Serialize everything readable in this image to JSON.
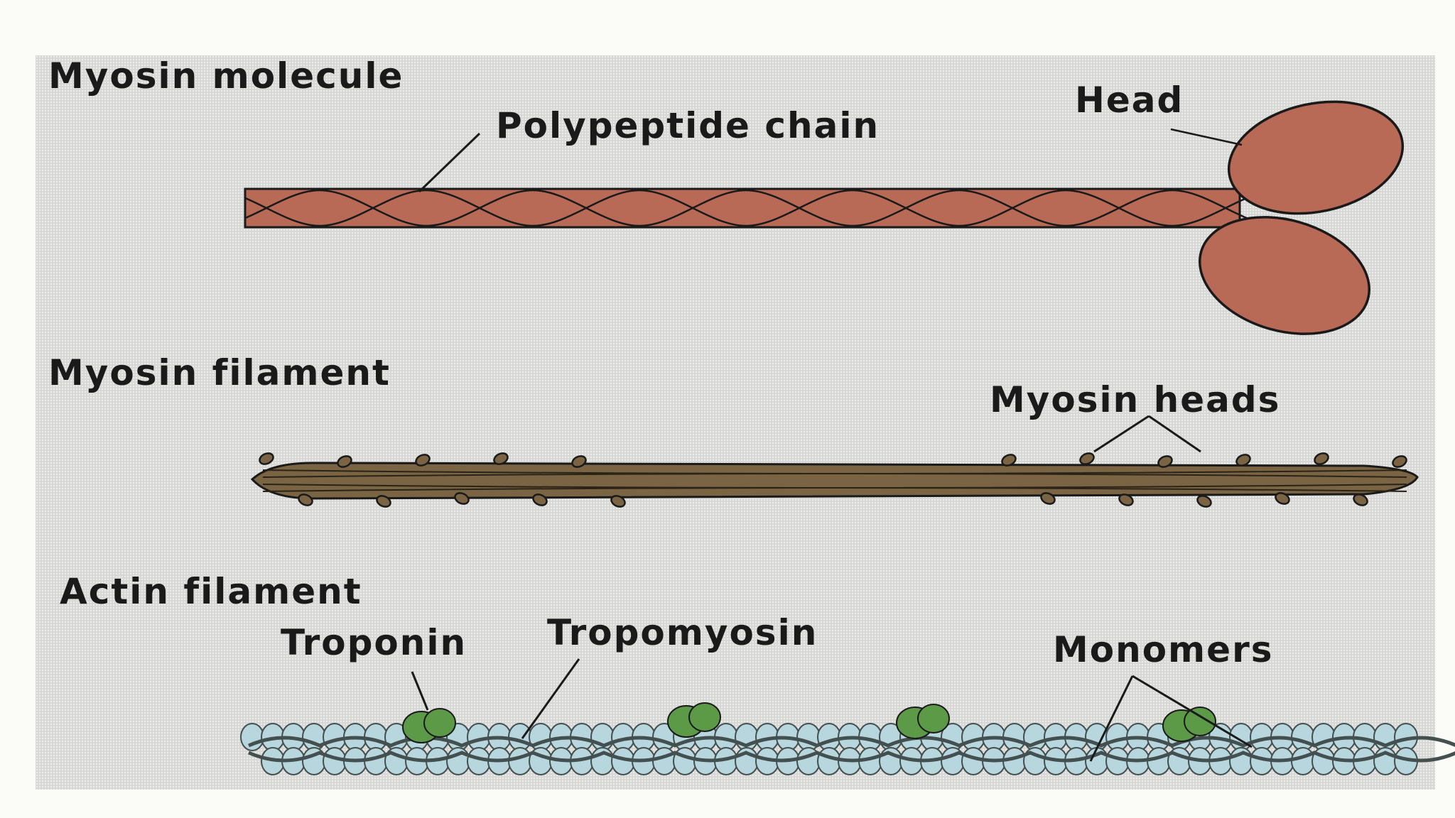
{
  "labels": {
    "myosin_molecule": "Myosin molecule",
    "polypeptide_chain": "Polypeptide chain",
    "head": "Head",
    "myosin_filament": "Myosin filament",
    "myosin_heads": "Myosin heads",
    "actin_filament": "Actin filament",
    "troponin": "Troponin",
    "tropomyosin": "Tropomyosin",
    "monomers": "Monomers"
  },
  "colors": {
    "panel_background": "#d7d7d5",
    "myosin_molecule": "#b86a56",
    "myosin_filament": "#7a6443",
    "actin_monomer": "#b7d6de",
    "troponin": "#5d9a48",
    "tropomyosin": "#44504f",
    "outline": "#1a1a1a"
  }
}
